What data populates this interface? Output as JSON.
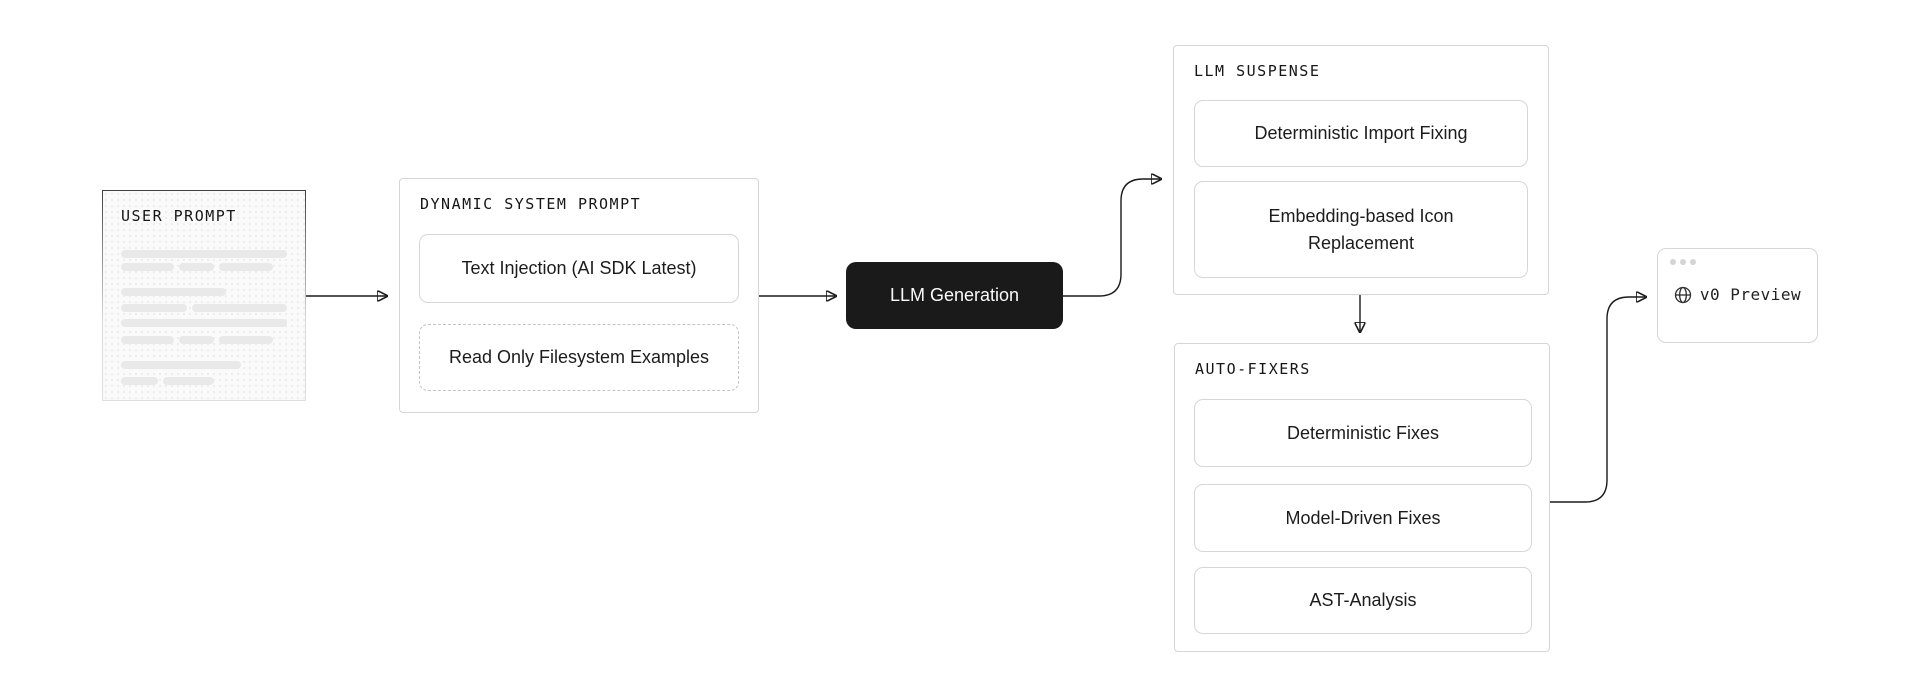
{
  "user_prompt": {
    "title": "USER PROMPT"
  },
  "dynamic_system_prompt": {
    "title": "DYNAMIC SYSTEM PROMPT",
    "items": [
      "Text Injection (AI SDK Latest)",
      "Read Only Filesystem Examples"
    ]
  },
  "llm_generation": {
    "label": "LLM Generation"
  },
  "llm_suspense": {
    "title": "LLM SUSPENSE",
    "items": [
      "Deterministic Import Fixing",
      "Embedding-based Icon Replacement"
    ]
  },
  "auto_fixers": {
    "title": "AUTO-FIXERS",
    "items": [
      "Deterministic Fixes",
      "Model-Driven Fixes",
      "AST-Analysis"
    ]
  },
  "v0_preview": {
    "label": "v0 Preview",
    "icon": "globe-icon"
  },
  "colors": {
    "line": "#1a1a1a",
    "frame_border": "#d6d6d6",
    "dashed_border": "#c4c4c4",
    "accent_dark": "#1a1a1a",
    "skeleton": "#e9e9e9"
  }
}
